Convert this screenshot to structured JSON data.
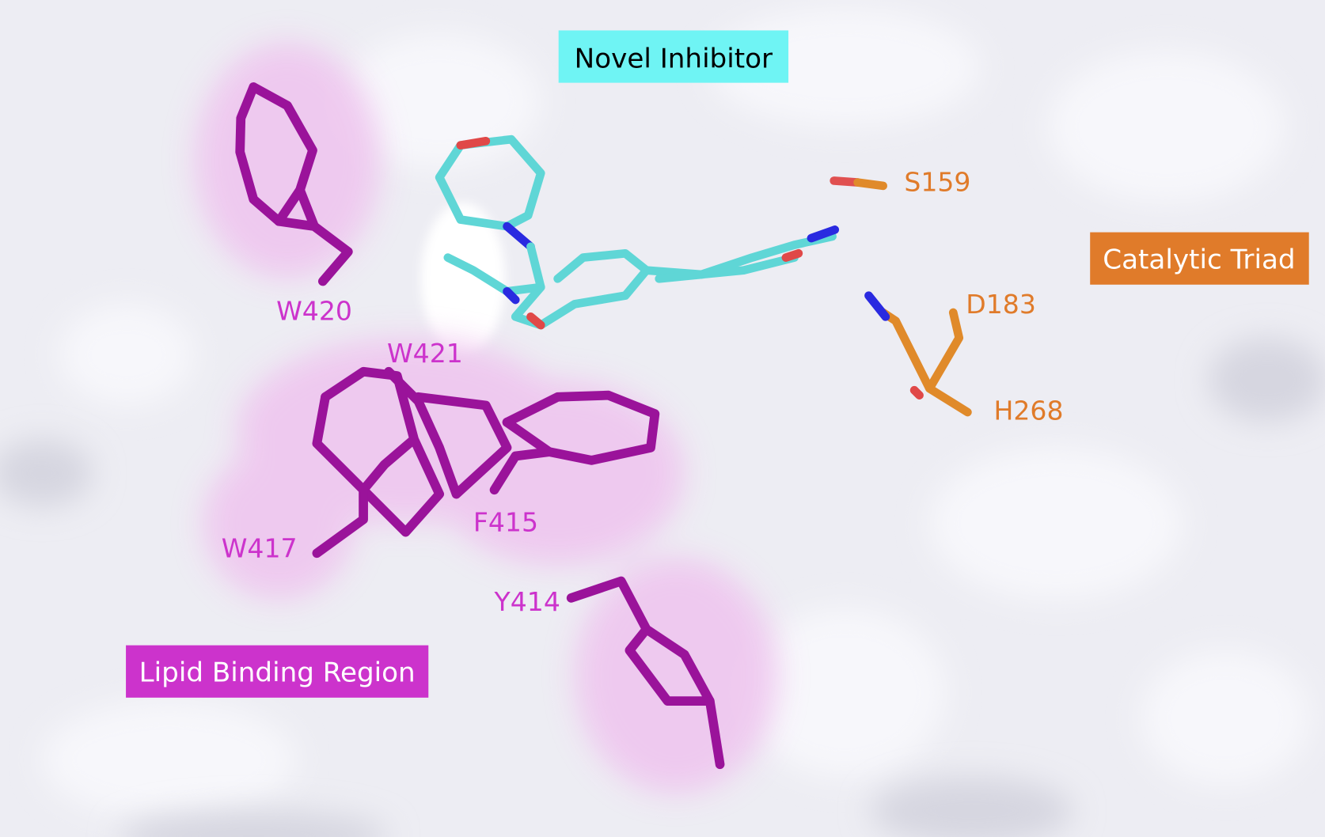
{
  "legend": {
    "inhibitor": {
      "label": "Novel Inhibitor",
      "color": "#6ff4f4",
      "text_color": "#000000"
    },
    "triad": {
      "label": "Catalytic Triad",
      "color": "#e07b2a",
      "text_color": "#ffffff"
    },
    "lipid": {
      "label": "Lipid Binding Region",
      "color": "#cc33cc",
      "text_color": "#ffffff"
    }
  },
  "residues": {
    "s159": "S159",
    "d183": "D183",
    "h268": "H268",
    "w420": "W420",
    "w421": "W421",
    "w417": "W417",
    "f415": "F415",
    "y414": "Y414"
  },
  "colors": {
    "surface": "#ededf3",
    "lipid_surface": "#efc8ef",
    "lipid_stick": "#9a139a",
    "inhibitor_stick": "#5fd6d6",
    "triad_stick": "#e08a2a",
    "triad_label": "#e07b2a",
    "lipid_label": "#cc33cc",
    "oxygen": "#e04848",
    "nitrogen": "#2a2ae0"
  }
}
